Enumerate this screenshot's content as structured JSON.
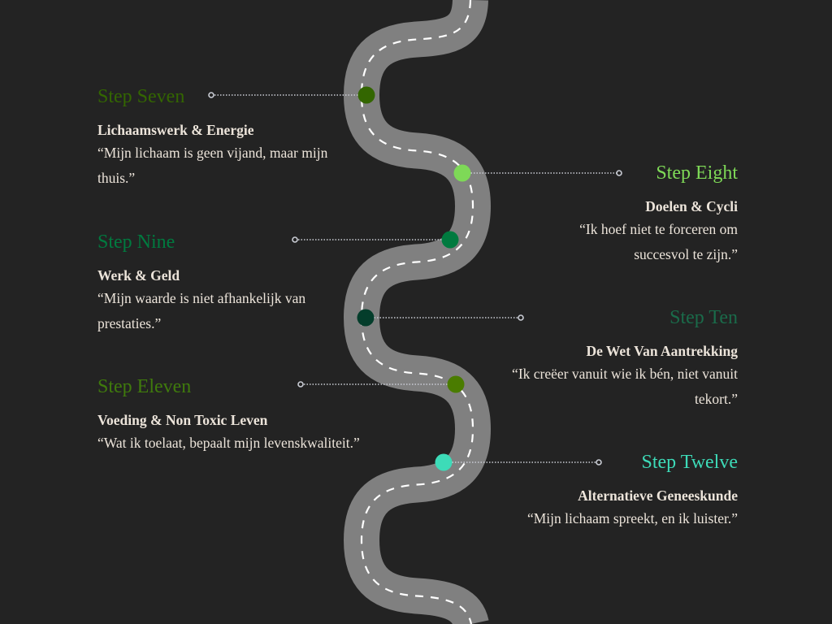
{
  "colors": {
    "background": "#232323",
    "road": "#808080",
    "road_dash": "#ffffff",
    "text": "#ece4da",
    "connector": "#c9ccd4"
  },
  "steps": [
    {
      "title": "Step Seven",
      "subtitle": "Lichaamswerk & Energie",
      "quote": " “Mijn lichaam is geen vijand, maar mijn thuis.”",
      "color": "#336600"
    },
    {
      "title": "Step Eight",
      "subtitle": "Doelen & Cycli ",
      "quote": "“Ik hoef niet te forceren om succesvol te zijn.”",
      "color": "#7ed957"
    },
    {
      "title": "Step Nine",
      "subtitle": "Werk & Geld",
      "quote": "“Mijn waarde is niet afhankelijk van prestaties.”",
      "color": "#007a3f"
    },
    {
      "title": "Step Ten",
      "subtitle": "De Wet Van Aantrekking",
      "quote": "“Ik creëer vanuit wie ik bén, niet vanuit tekort.”",
      "color": "#1a6b4a",
      "dot_color": "#043d2b"
    },
    {
      "title": "Step Eleven",
      "subtitle": "Voeding & Non Toxic Leven",
      "quote": "“Wat ik toelaat, bepaalt mijn levenskwaliteit.”",
      "color": "#3f7a0c",
      "dot_color": "#4a7c00"
    },
    {
      "title": "Step Twelve",
      "subtitle": "Alternatieve Geneeskunde ",
      "quote": "“Mijn lichaam spreekt, en ik luister.”",
      "color": "#3ddbb8"
    }
  ]
}
